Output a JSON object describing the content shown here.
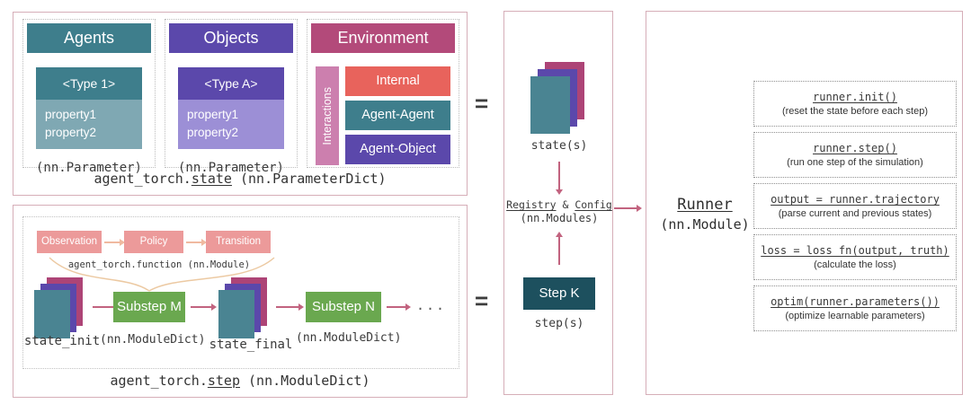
{
  "equals": "=",
  "colors": {
    "teal": "#3e7e8c",
    "teal_light": "#7fa8b3",
    "purple": "#5b48ab",
    "purple_light": "#9c8fd6",
    "berry": "#b34a7a",
    "pink_bar": "#cc7fae",
    "red": "#e8635c",
    "green": "#6aa84f",
    "dark_teal": "#1d505e",
    "salmon_box": "#ec9a9a",
    "arrow_pink": "#c2637f",
    "arrow_tan": "#f0b9a0",
    "panel_border": "#d6aeb8",
    "card_front": "#4a8492",
    "card_mid": "#5b48ab",
    "card_back": "#ad4476"
  },
  "panels": {
    "state": {
      "agents": {
        "title": "Agents",
        "type": "<Type 1>",
        "prop1": "property1",
        "prop2": "property2",
        "caption": "(nn.Parameter)"
      },
      "objects": {
        "title": "Objects",
        "type": "<Type A>",
        "prop1": "property1",
        "prop2": "property2",
        "caption": "(nn.Parameter)"
      },
      "environment": {
        "title": "Environment",
        "side": "Interactions",
        "row1": "Internal",
        "row2": "Agent-Agent",
        "row3": "Agent-Object"
      },
      "footer": {
        "prefix": "agent_torch.",
        "link": "state",
        "suffix": " (nn.ParameterDict)"
      }
    },
    "step": {
      "fn1": "Observation",
      "fn2": "Policy",
      "fn3": "Transition",
      "fn_caption": "agent_torch.function (nn.Module)",
      "state_init": "state_init",
      "substep_m": "Substep M",
      "substep_m_caption": "(nn.ModuleDict)",
      "state_final": "state_final",
      "substep_n": "Substep N",
      "substep_n_caption": "(nn.ModuleDict)",
      "ellipsis": "...",
      "footer": {
        "prefix": "agent_torch.",
        "link": "step",
        "suffix": " (nn.ModuleDict)"
      }
    },
    "pipeline": {
      "state_label": "state(s)",
      "registry": "Registry",
      "amp": " & ",
      "config": "Config",
      "registry_caption": "(nn.Modules)",
      "step_box": "Step K",
      "step_label": "step(s)"
    },
    "runner": {
      "title": "Runner",
      "caption": "(nn.Module)",
      "methods": [
        {
          "code": "runner.init()",
          "caption": "(reset the state before each step)"
        },
        {
          "code": "runner.step()",
          "caption": "(run one step of the simulation)"
        },
        {
          "code": "output = runner.trajectory",
          "caption": "(parse current and previous states)"
        },
        {
          "code": "loss = loss_fn(output, truth)",
          "caption": "(calculate the loss)"
        },
        {
          "code": "optim(runner.parameters())",
          "caption": "(optimize learnable parameters)"
        }
      ]
    }
  }
}
